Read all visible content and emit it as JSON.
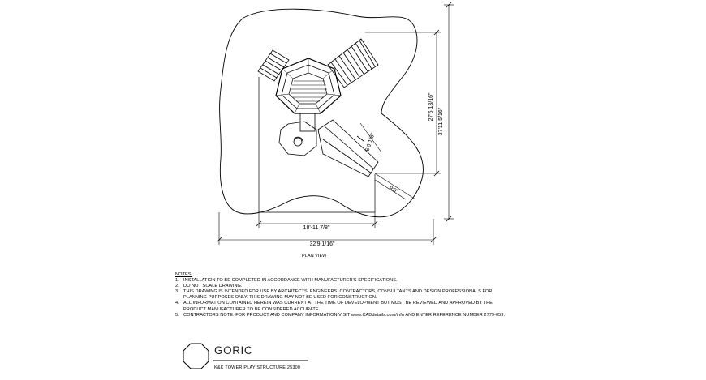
{
  "drawing": {
    "caption": "PLAN VIEW",
    "dimensions": {
      "height_outer": "37'11 5/16\"",
      "height_inner": "27'6 13/16\"",
      "width_outer": "32'9 1/16\"",
      "width_inner": "18'-11 7/8\"",
      "slide_length": "6'0 1/8\"",
      "clearance": "9'0\""
    }
  },
  "notes": {
    "heading": "NOTES:",
    "items": [
      {
        "num": "1.",
        "text": "INSTALLATION TO BE COMPLETED IN ACCORDANCE WITH MANUFACTURER'S SPECIFICATIONS."
      },
      {
        "num": "2.",
        "text": "DO NOT SCALE DRAWING."
      },
      {
        "num": "3.",
        "text": "THIS DRAWING IS INTENDED FOR USE BY ARCHITECTS, ENGINEERS, CONTRACTORS, CONSULTANTS AND DESIGN PROFESSIONALS FOR PLANNING PURPOSES ONLY.  THIS DRAWING MAY NOT BE USED FOR CONSTRUCTION."
      },
      {
        "num": "4.",
        "text": "ALL INFORMATION CONTAINED HEREIN WAS CURRENT AT THE TIME OF DEVELOPMENT BUT MUST BE REVIEWED AND APPROVED BY THE PRODUCT MANUFACTURER TO BE CONSIDERED ACCURATE."
      },
      {
        "num": "5.",
        "text": "CONTRACTORS NOTE: FOR PRODUCT AND COMPANY INFORMATION VISIT www.CADdetails.com/info AND ENTER REFERENCE NUMBER 2779-059."
      }
    ]
  },
  "title_block": {
    "title": "GORIC",
    "subtitle": "K&K TOWER PLAY STRUCTURE 25300"
  }
}
